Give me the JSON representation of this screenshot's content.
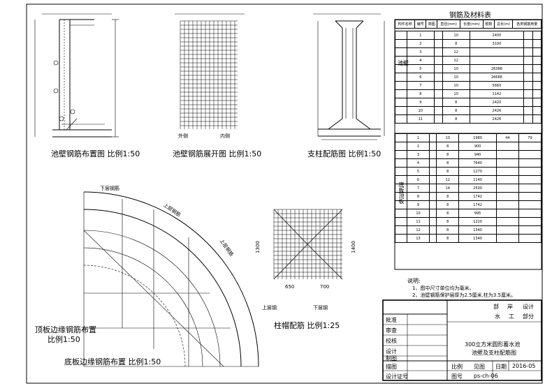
{
  "drawing_titles": {
    "wall_layout": "池壁钢筋布置图  比例1:50",
    "wall_unfold": "池壁钢筋展开图  比例1:50",
    "column": "支柱配筋图  比例1:50",
    "top_slab_edge": "顶板边缘钢筋布置",
    "top_slab_scale": "比例1:50",
    "bottom_slab_edge": "底板边缘钢筋布置  比例1:50",
    "column_cap": "柱帽配筋  比例1:25"
  },
  "rebar_labels": {
    "lower_rebar": "下层钢筋",
    "upper_rebar": "上层钢筋",
    "upper_rebar_2": "上层钢筋",
    "outer": "外侧",
    "inner": "内侧",
    "upper_rebar_cap": "上层钢",
    "lower_rebar_cap": "下层钢"
  },
  "dimensions": {
    "cap_w1": "650",
    "cap_w2": "700",
    "cap_h1": "1300",
    "cap_h2": "1400"
  },
  "schedule": {
    "title": "钢筋及材料表",
    "headers": [
      "构件名称",
      "编号",
      "简图",
      "直径(mm)",
      "长度(mm)",
      "根数",
      "总长(m)",
      "各类钢筋用量"
    ],
    "group_1": "池壁",
    "group_2": "底板顶板",
    "rows_top": [
      [
        "1",
        "",
        "10",
        "2400",
        "",
        ""
      ],
      [
        "2",
        "",
        "8",
        "3100",
        "",
        ""
      ],
      [
        "3",
        "",
        "12",
        "",
        "",
        ""
      ],
      [
        "4",
        "",
        "12",
        "",
        "",
        ""
      ],
      [
        "5",
        "",
        "10",
        "26388",
        "",
        ""
      ],
      [
        "6",
        "",
        "10",
        "26688",
        "",
        ""
      ],
      [
        "7",
        "",
        "10",
        "5660",
        "",
        ""
      ],
      [
        "8",
        "",
        "10",
        "1142",
        "",
        ""
      ],
      [
        "9",
        "",
        "8",
        "2420",
        "",
        ""
      ],
      [
        "10",
        "",
        "8",
        "2426",
        "",
        ""
      ],
      [
        "11",
        "",
        "8",
        "2426",
        "",
        ""
      ]
    ],
    "rows_bottom": [
      [
        "1",
        "",
        "10",
        "1980",
        "44",
        "79"
      ],
      [
        "2",
        "",
        "8",
        "900",
        "",
        ""
      ],
      [
        "3",
        "",
        "8",
        "940",
        "",
        ""
      ],
      [
        "4",
        "",
        "8",
        "7640",
        "",
        ""
      ],
      [
        "5",
        "",
        "8",
        "1270",
        "",
        ""
      ],
      [
        "6",
        "",
        "12",
        "1140",
        "",
        ""
      ],
      [
        "7",
        "",
        "14",
        "2500",
        "",
        ""
      ],
      [
        "8",
        "",
        "8",
        "1742",
        "",
        ""
      ],
      [
        "9",
        "",
        "8",
        "1742",
        "",
        ""
      ],
      [
        "10",
        "",
        "8",
        "995",
        "",
        ""
      ],
      [
        "11",
        "",
        "8",
        "1220",
        "",
        ""
      ],
      [
        "12",
        "",
        "8",
        "1340",
        "",
        ""
      ],
      [
        "13",
        "",
        "8",
        "1340",
        "",
        ""
      ]
    ]
  },
  "notes": {
    "title": "说明:",
    "n1": "1、图中尺寸单位均为毫米。",
    "n2": "2、池壁钢筋保护层厚为2.5厘米,柱为3.5厘米。"
  },
  "title_block": {
    "approve": "批准",
    "review": "审查",
    "check": "校核",
    "design": "设计",
    "draw": "制图",
    "drawing_name_label": "描图",
    "cert": "设计证号",
    "org1": "部",
    "org2": "岸",
    "org3": "设计",
    "dept1": "水",
    "dept2": "工",
    "dept3": "部分",
    "project_title_1": "300立方米圆形蓄水池",
    "project_title_2": "池壁及支柱配筋图",
    "scale_label": "比例",
    "scale_value": "见图",
    "date_label": "日期",
    "date_value": "2016-05",
    "drawing_no_label": "图号",
    "drawing_no_value": "ps-ch-06"
  }
}
